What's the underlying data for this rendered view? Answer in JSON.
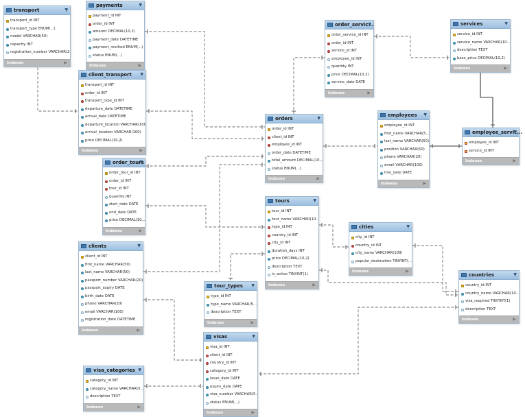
{
  "diagram": {
    "indexes_label": "Indexes",
    "tables": [
      {
        "id": "transport",
        "name": "transport",
        "columns": [
          {
            "text": "transport_id INT",
            "key": "pk"
          },
          {
            "text": "transport_type ENUM(...)",
            "key": "nn"
          },
          {
            "text": "model VARCHAR(50)",
            "key": "nn"
          },
          {
            "text": "capacity INT",
            "key": "nn"
          },
          {
            "text": "registration_number VARCHAR(2",
            "key": "col"
          }
        ]
      },
      {
        "id": "payments",
        "name": "payments",
        "columns": [
          {
            "text": "payment_id INT",
            "key": "pk"
          },
          {
            "text": "order_id INT",
            "key": "fk"
          },
          {
            "text": "amount DECIMAL(10,2)",
            "key": "nn"
          },
          {
            "text": "payment_date DATETIME",
            "key": "col"
          },
          {
            "text": "payment_method ENUM(...)",
            "key": "nn"
          },
          {
            "text": "status ENUM(...)",
            "key": "col"
          }
        ]
      },
      {
        "id": "client_transport",
        "name": "client_transport",
        "columns": [
          {
            "text": "transport_id INT",
            "key": "pk"
          },
          {
            "text": "order_id INT",
            "key": "fk"
          },
          {
            "text": "transport_type_id INT",
            "key": "fk"
          },
          {
            "text": "departure_date DATETIME",
            "key": "nn"
          },
          {
            "text": "arrival_date DATETIME",
            "key": "nn"
          },
          {
            "text": "departure_location VARCHAR(100)",
            "key": "nn"
          },
          {
            "text": "arrival_location VARCHAR(100)",
            "key": "nn"
          },
          {
            "text": "price DECIMAL(10,2)",
            "key": "nn"
          }
        ]
      },
      {
        "id": "order_tours",
        "name": "order_tours",
        "columns": [
          {
            "text": "order_tour_id INT",
            "key": "pk"
          },
          {
            "text": "order_id INT",
            "key": "fk"
          },
          {
            "text": "tour_id INT",
            "key": "fk"
          },
          {
            "text": "quantity INT",
            "key": "col"
          },
          {
            "text": "start_date DATE",
            "key": "nn"
          },
          {
            "text": "end_date DATE",
            "key": "nn"
          },
          {
            "text": "price DECIMAL(10,...",
            "key": "nn"
          }
        ]
      },
      {
        "id": "clients",
        "name": "clients",
        "columns": [
          {
            "text": "client_id INT",
            "key": "pk"
          },
          {
            "text": "first_name VARCHAR(50)",
            "key": "nn"
          },
          {
            "text": "last_name VARCHAR(50)",
            "key": "nn"
          },
          {
            "text": "passport_number VARCHAR(20)",
            "key": "nn"
          },
          {
            "text": "passport_expiry DATE",
            "key": "nn"
          },
          {
            "text": "birth_date DATE",
            "key": "nn"
          },
          {
            "text": "phone VARCHAR(20)",
            "key": "col"
          },
          {
            "text": "email VARCHAR(100)",
            "key": "col"
          },
          {
            "text": "registration_date DATETIME",
            "key": "col"
          }
        ]
      },
      {
        "id": "order_services",
        "name": "order_servic...",
        "columns": [
          {
            "text": "order_service_id INT",
            "key": "pk"
          },
          {
            "text": "order_id INT",
            "key": "fk"
          },
          {
            "text": "service_id INT",
            "key": "fk"
          },
          {
            "text": "employee_id INT",
            "key": "col"
          },
          {
            "text": "quantity INT",
            "key": "col"
          },
          {
            "text": "price DECIMAL(10,2)",
            "key": "nn"
          },
          {
            "text": "service_date DATE",
            "key": "nn"
          }
        ]
      },
      {
        "id": "services",
        "name": "services",
        "columns": [
          {
            "text": "service_id INT",
            "key": "pk"
          },
          {
            "text": "service_name VARCHAR(10...",
            "key": "nn"
          },
          {
            "text": "description TEXT",
            "key": "col"
          },
          {
            "text": "base_price DECIMAL(10,2)",
            "key": "nn"
          }
        ]
      },
      {
        "id": "orders",
        "name": "orders",
        "columns": [
          {
            "text": "order_id INT",
            "key": "pk"
          },
          {
            "text": "client_id INT",
            "key": "fk"
          },
          {
            "text": "employee_id INT",
            "key": "fk"
          },
          {
            "text": "order_date DATETIME",
            "key": "col"
          },
          {
            "text": "total_amount DECIMAL(10,...",
            "key": "nn"
          },
          {
            "text": "status ENUM(...)",
            "key": "col"
          }
        ]
      },
      {
        "id": "employees",
        "name": "employees",
        "columns": [
          {
            "text": "employee_id INT",
            "key": "pk"
          },
          {
            "text": "first_name VARCHAR(5...",
            "key": "nn"
          },
          {
            "text": "last_name VARCHAR(50)",
            "key": "nn"
          },
          {
            "text": "position VARCHAR(50)",
            "key": "nn"
          },
          {
            "text": "phone VARCHAR(20)",
            "key": "col"
          },
          {
            "text": "email VARCHAR(100)",
            "key": "col"
          },
          {
            "text": "hire_date DATE",
            "key": "nn"
          }
        ]
      },
      {
        "id": "employee_services",
        "name": "employee_servic...",
        "columns": [
          {
            "text": "employee_id INT",
            "key": "pkfk"
          },
          {
            "text": "service_id INT",
            "key": "pkfk"
          }
        ]
      },
      {
        "id": "tours",
        "name": "tours",
        "columns": [
          {
            "text": "tour_id INT",
            "key": "pk"
          },
          {
            "text": "tour_name VARCHAR(10...",
            "key": "nn"
          },
          {
            "text": "type_id INT",
            "key": "fk"
          },
          {
            "text": "country_id INT",
            "key": "fk"
          },
          {
            "text": "city_id INT",
            "key": "fk"
          },
          {
            "text": "duration_days INT",
            "key": "nn"
          },
          {
            "text": "price DECIMAL(10,2)",
            "key": "nn"
          },
          {
            "text": "description TEXT",
            "key": "col"
          },
          {
            "text": "is_active TINYINT(1)",
            "key": "col"
          }
        ]
      },
      {
        "id": "cities",
        "name": "cities",
        "columns": [
          {
            "text": "city_id INT",
            "key": "pk"
          },
          {
            "text": "country_id INT",
            "key": "fk"
          },
          {
            "text": "city_name VARCHAR(100)",
            "key": "nn"
          },
          {
            "text": "popular_destination TINYINT(...",
            "key": "col"
          }
        ]
      },
      {
        "id": "countries",
        "name": "countries",
        "columns": [
          {
            "text": "country_id INT",
            "key": "pk"
          },
          {
            "text": "country_name VARCHAR(10...",
            "key": "nn"
          },
          {
            "text": "visa_required TINYINT(1)",
            "key": "col"
          },
          {
            "text": "description TEXT",
            "key": "col"
          }
        ]
      },
      {
        "id": "tour_types",
        "name": "tour_types",
        "columns": [
          {
            "text": "type_id INT",
            "key": "pk"
          },
          {
            "text": "type_name VARCHAR(5...",
            "key": "nn"
          },
          {
            "text": "description TEXT",
            "key": "col"
          }
        ]
      },
      {
        "id": "visas",
        "name": "visas",
        "columns": [
          {
            "text": "visa_id INT",
            "key": "pk"
          },
          {
            "text": "client_id INT",
            "key": "fk"
          },
          {
            "text": "country_id INT",
            "key": "fk"
          },
          {
            "text": "category_id INT",
            "key": "fk"
          },
          {
            "text": "issue_date DATE",
            "key": "nn"
          },
          {
            "text": "expiry_date DATE",
            "key": "nn"
          },
          {
            "text": "visa_number VARCHAR(5...",
            "key": "nn"
          },
          {
            "text": "status ENUM(...)",
            "key": "col"
          }
        ]
      },
      {
        "id": "visa_categories",
        "name": "visa_categories",
        "columns": [
          {
            "text": "category_id INT",
            "key": "pk"
          },
          {
            "text": "category_name VARCHAR(5...",
            "key": "nn"
          },
          {
            "text": "description TEXT",
            "key": "col"
          }
        ]
      }
    ],
    "relationships": [
      {
        "from": "transport",
        "to": "client_transport",
        "style": "dashed"
      },
      {
        "from": "payments",
        "to": "orders",
        "style": "dashed"
      },
      {
        "from": "client_transport",
        "to": "orders",
        "style": "dashed"
      },
      {
        "from": "order_tours",
        "to": "orders",
        "style": "dashed"
      },
      {
        "from": "order_tours",
        "to": "tours",
        "style": "dashed"
      },
      {
        "from": "clients",
        "to": "orders",
        "style": "dashed"
      },
      {
        "from": "order_services",
        "to": "orders",
        "style": "dashed"
      },
      {
        "from": "order_services",
        "to": "services",
        "style": "dashed"
      },
      {
        "from": "orders",
        "to": "employees",
        "style": "dashed"
      },
      {
        "from": "employees",
        "to": "employee_services",
        "style": "solid"
      },
      {
        "from": "services",
        "to": "employee_services",
        "style": "solid"
      },
      {
        "from": "tours",
        "to": "tour_types",
        "style": "dashed"
      },
      {
        "from": "tours",
        "to": "cities",
        "style": "dashed"
      },
      {
        "from": "tours",
        "to": "countries",
        "style": "dashed"
      },
      {
        "from": "cities",
        "to": "countries",
        "style": "dashed"
      },
      {
        "from": "clients",
        "to": "visas",
        "style": "dashed"
      },
      {
        "from": "visa_categories",
        "to": "visas",
        "style": "dashed"
      },
      {
        "from": "countries",
        "to": "visas",
        "style": "dashed"
      }
    ]
  }
}
